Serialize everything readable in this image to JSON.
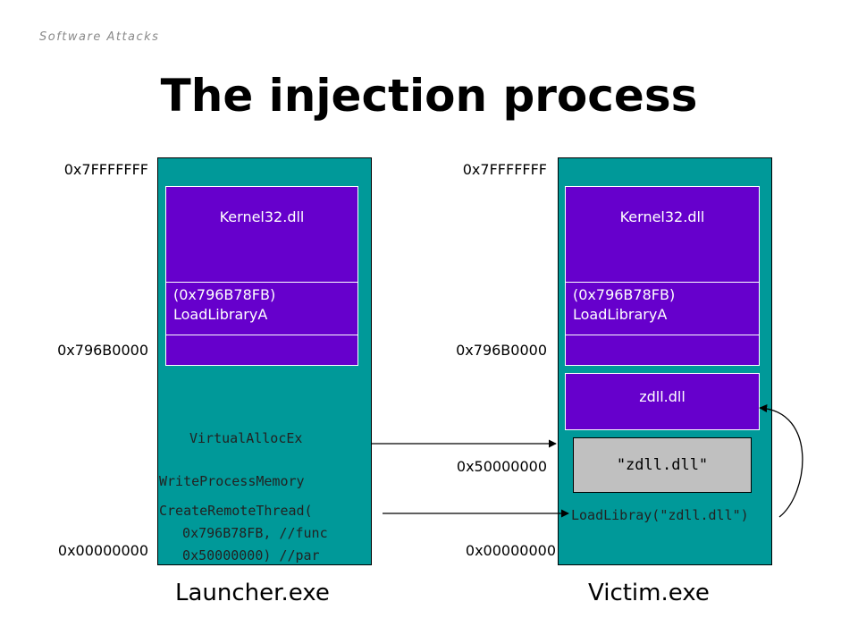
{
  "header": {
    "label": "Software Attacks"
  },
  "title": "The injection process",
  "colors": {
    "process": "#009999",
    "region": "#6600cc",
    "string_box": "#c0c0c0"
  },
  "launcher": {
    "name": "Launcher.exe",
    "addr_top": "0x7FFFFFFF",
    "addr_mid": "0x796B0000",
    "addr_bottom": "0x00000000",
    "kernel_label": "Kernel32.dll",
    "loadlib_line1": "(0x796B78FB)",
    "loadlib_line2": "LoadLibraryA",
    "call_virtualalloc": "VirtualAllocEx",
    "call_writemem": "WriteProcessMemory",
    "call_createthread_1": "CreateRemoteThread(",
    "call_createthread_2": "  0x796B78FB, //func",
    "call_createthread_3": "  0x50000000) //par"
  },
  "victim": {
    "name": "Victim.exe",
    "addr_top": "0x7FFFFFFF",
    "addr_mid": "0x796B0000",
    "addr_string": "0x50000000",
    "addr_bottom": "0x00000000",
    "kernel_label": "Kernel32.dll",
    "loadlib_line1": "(0x796B78FB)",
    "loadlib_line2": "LoadLibraryA",
    "zdll_label": "zdll.dll",
    "string_value": "\"zdll.dll\"",
    "loadlibray_call": "LoadLibray(\"zdll.dll\")"
  }
}
